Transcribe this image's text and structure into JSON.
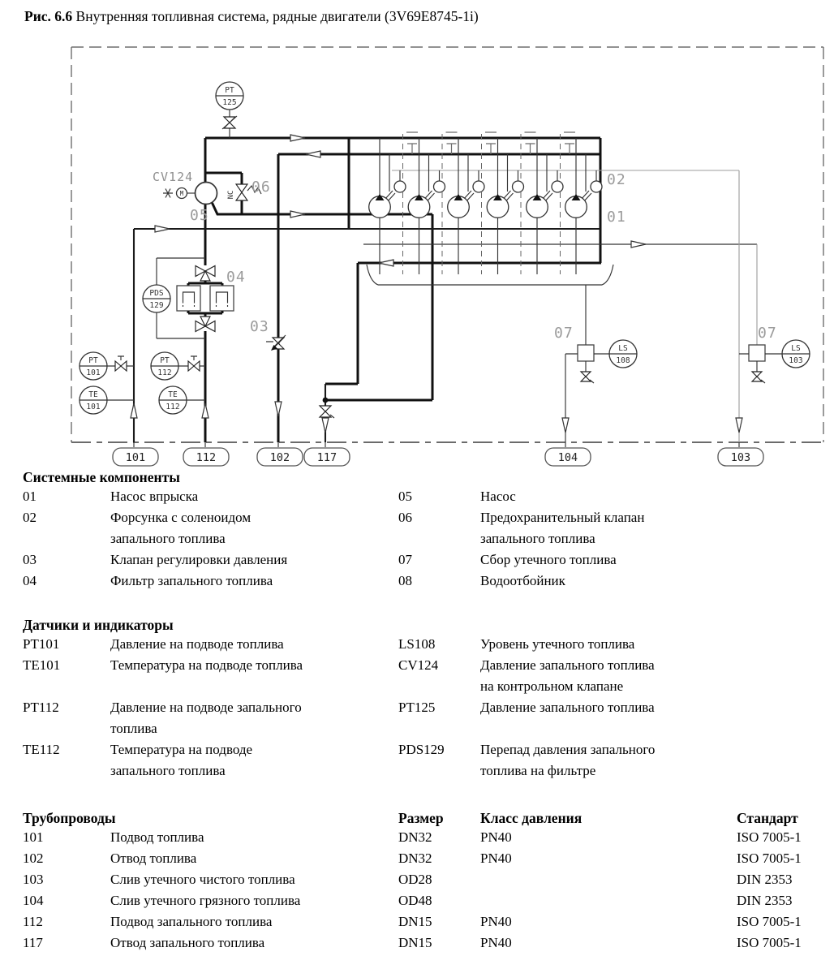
{
  "title": {
    "bold": "Рис. 6.6",
    "rest": " Внутренняя топливная система, рядные двигатели (3V69E8745-1i)"
  },
  "diagram": {
    "instruments": [
      {
        "tag": "PT",
        "num": "125"
      },
      {
        "tag": "PDS",
        "num": "129"
      },
      {
        "tag": "PT",
        "num": "101"
      },
      {
        "tag": "TE",
        "num": "101"
      },
      {
        "tag": "PT",
        "num": "112"
      },
      {
        "tag": "TE",
        "num": "112"
      },
      {
        "tag": "LS",
        "num": "108"
      },
      {
        "tag": "LS",
        "num": "103"
      }
    ],
    "labels": {
      "cv124": "CV124",
      "nc": "NC",
      "m": "M",
      "c01": "01",
      "c02": "02",
      "c03": "03",
      "c04": "04",
      "c05": "05",
      "c06": "06",
      "c07a": "07",
      "c07b": "07"
    },
    "pipes": {
      "p101": "101",
      "p112": "112",
      "p102": "102",
      "p117": "117",
      "p104": "104",
      "p103": "103"
    }
  },
  "components": {
    "heading": "Системные компоненты",
    "rows": [
      {
        "n1": "01",
        "t1": "Насос впрыска",
        "n2": "05",
        "t2": "Насос"
      },
      {
        "n1": "02",
        "t1": "Форсунка с соленоидом",
        "n2": "06",
        "t2": "Предохранительный клапан"
      },
      {
        "n1": "",
        "t1": "запального топлива",
        "n2": "",
        "t2": "запального топлива"
      },
      {
        "n1": "03",
        "t1": "Клапан регулировки давления",
        "n2": "07",
        "t2": "Сбор утечного топлива"
      },
      {
        "n1": "04",
        "t1": "Фильтр запального топлива",
        "n2": "08",
        "t2": "Водоотбойник"
      }
    ]
  },
  "sensors": {
    "heading": "Датчики и индикаторы",
    "rows": [
      {
        "n1": "PT101",
        "t1": "Давление на подводе топлива",
        "n2": "LS108",
        "t2": "Уровень утечного топлива"
      },
      {
        "n1": "TE101",
        "t1": "Температура на подводе топлива",
        "n2": "CV124",
        "t2": "Давление запального топлива"
      },
      {
        "n1": "",
        "t1": "",
        "n2": "",
        "t2": "на контрольном клапане"
      },
      {
        "n1": "PT112",
        "t1": "Давление на подводе запального",
        "n2": "PT125",
        "t2": "Давление запального топлива"
      },
      {
        "n1": "",
        "t1": "топлива",
        "n2": "",
        "t2": ""
      },
      {
        "n1": "TE112",
        "t1": "Температура на подводе",
        "n2": "PDS129",
        "t2": "Перепад давления запального"
      },
      {
        "n1": "",
        "t1": "запального топлива",
        "n2": "",
        "t2": "топлива на фильтре"
      }
    ]
  },
  "pipes_table": {
    "heading": "Трубопроводы",
    "col_size": "Размер",
    "col_class": "Класс давления",
    "col_std": "Стандарт",
    "rows": [
      {
        "num": "101",
        "name": "Подвод топлива",
        "size": "DN32",
        "cls": "PN40",
        "std": "ISO 7005-1"
      },
      {
        "num": "102",
        "name": "Отвод топлива",
        "size": "DN32",
        "cls": "PN40",
        "std": "ISO 7005-1"
      },
      {
        "num": "103",
        "name": "Слив утечного чистого топлива",
        "size": "OD28",
        "cls": "",
        "std": "DIN 2353"
      },
      {
        "num": "104",
        "name": "Слив утечного грязного топлива",
        "size": "OD48",
        "cls": "",
        "std": "DIN 2353"
      },
      {
        "num": "112",
        "name": "Подвод запального топлива",
        "size": "DN15",
        "cls": "PN40",
        "std": "ISO 7005-1"
      },
      {
        "num": "117",
        "name": "Отвод запального топлива",
        "size": "DN15",
        "cls": "PN40",
        "std": "ISO 7005-1"
      }
    ]
  }
}
